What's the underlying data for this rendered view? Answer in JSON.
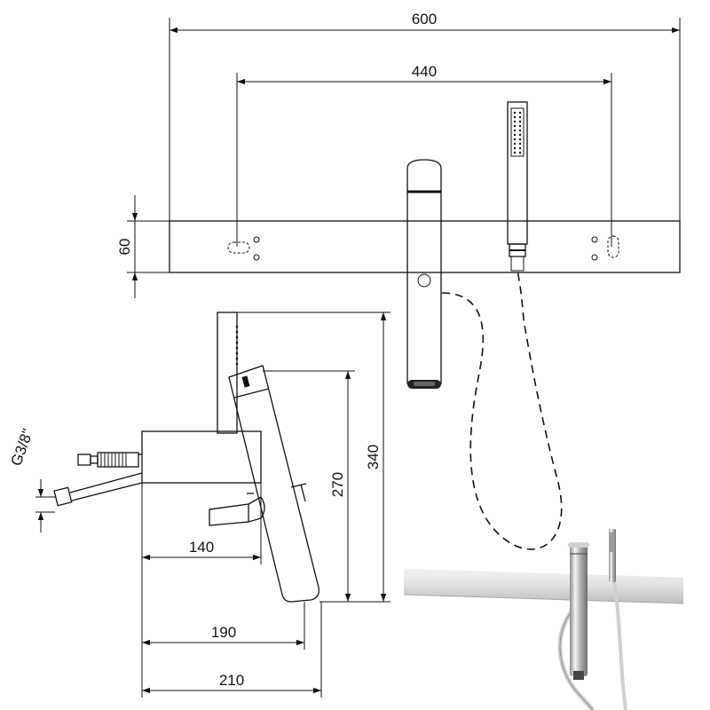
{
  "dimensions": {
    "total_width": "600",
    "center_distance": "440",
    "deck_height": "60",
    "height_total": "340",
    "height_spout": "270",
    "projection_140": "140",
    "projection_190": "190",
    "projection_210": "210",
    "thread": "G3/8\""
  }
}
